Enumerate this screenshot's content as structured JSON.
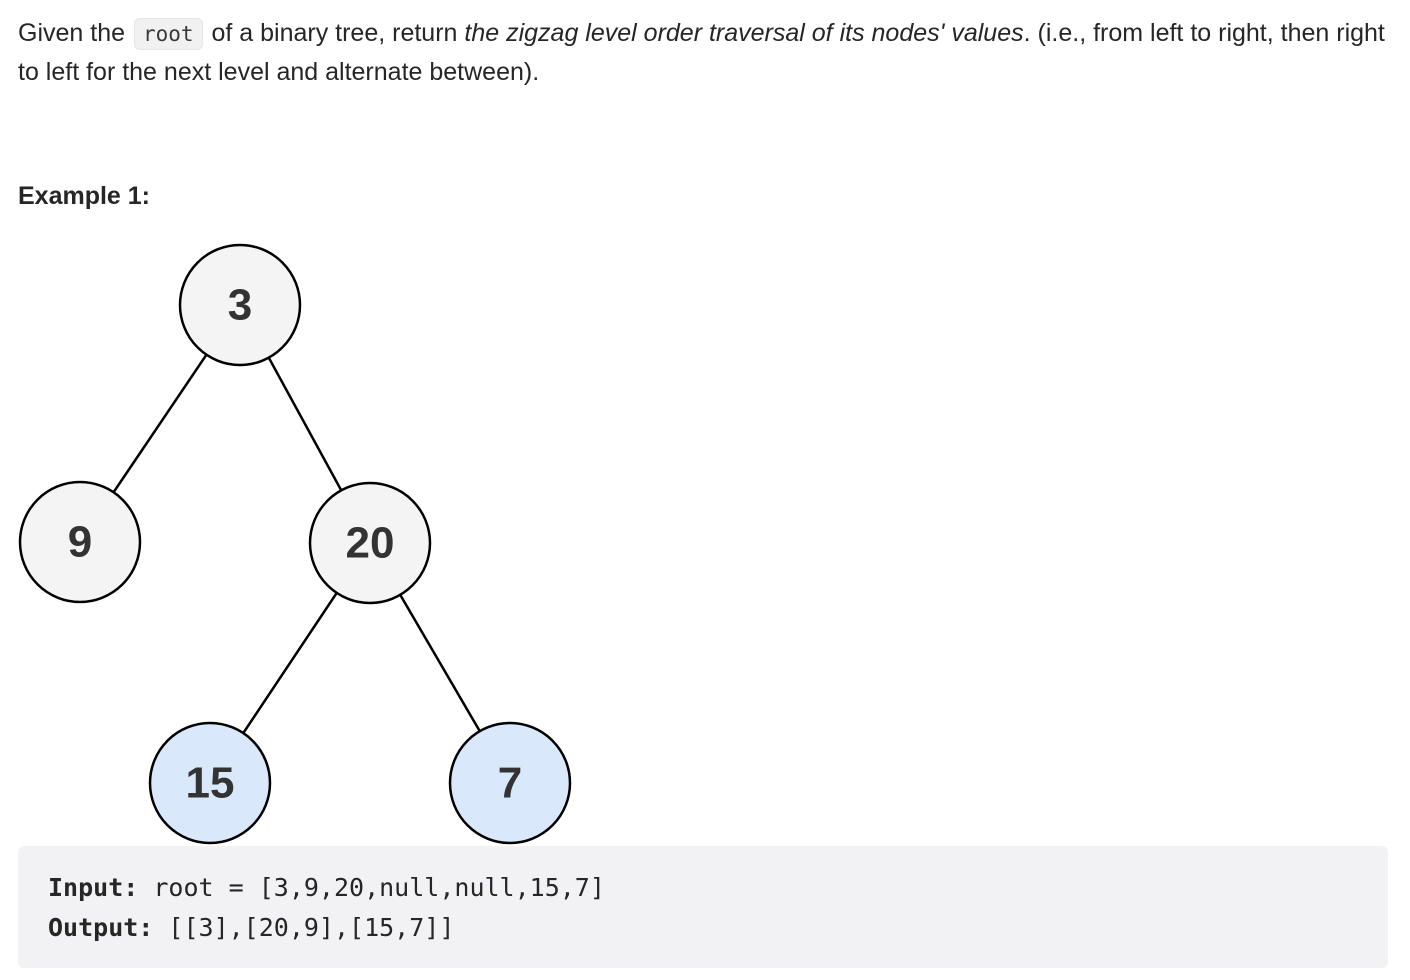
{
  "description": {
    "part1": "Given the ",
    "code": "root",
    "part2": " of a binary tree, return ",
    "emphasis": "the zigzag level order traversal of its nodes' values",
    "part3": ". (i.e., from left to right, then right to left for the next level and alternate between)."
  },
  "example": {
    "heading": "Example 1:",
    "tree": {
      "nodes": [
        {
          "id": "n3",
          "value": "3",
          "level": 0,
          "highlight": false
        },
        {
          "id": "n9",
          "value": "9",
          "level": 1,
          "highlight": false
        },
        {
          "id": "n20",
          "value": "20",
          "level": 1,
          "highlight": false
        },
        {
          "id": "n15",
          "value": "15",
          "level": 2,
          "highlight": true
        },
        {
          "id": "n7",
          "value": "7",
          "level": 2,
          "highlight": true
        }
      ],
      "edges": [
        [
          "n3",
          "n9"
        ],
        [
          "n3",
          "n20"
        ],
        [
          "n20",
          "n15"
        ],
        [
          "n20",
          "n7"
        ]
      ],
      "colors": {
        "node_fill": "#f4f4f4",
        "highlight_fill": "#dae8fc",
        "stroke": "#000000"
      }
    },
    "input_label": "Input:",
    "input_value": " root = [3,9,20,null,null,15,7]",
    "output_label": "Output:",
    "output_value": " [[3],[20,9],[15,7]]"
  }
}
